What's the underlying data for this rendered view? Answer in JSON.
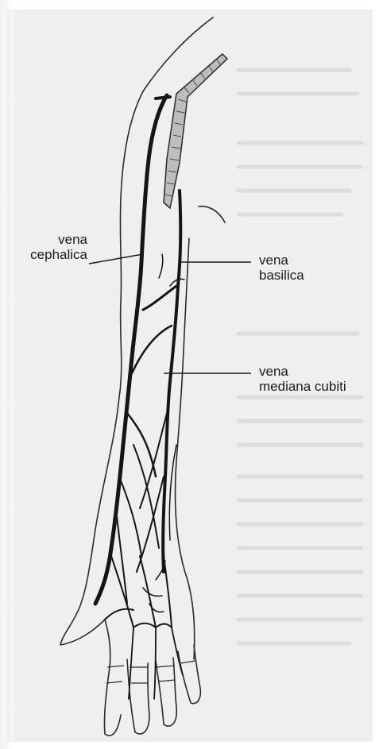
{
  "labels": {
    "cephalica": {
      "line1": "vena",
      "line2": "cephalica"
    },
    "basilica": {
      "line1": "vena",
      "line2": "basilica"
    },
    "mediana": {
      "line1": "vena",
      "line2": "mediana cubiti"
    }
  },
  "colors": {
    "paper": "#efeff0",
    "ink": "#151515",
    "outline": "#2a2a2a",
    "artery_fill": "#bdbdbd"
  }
}
